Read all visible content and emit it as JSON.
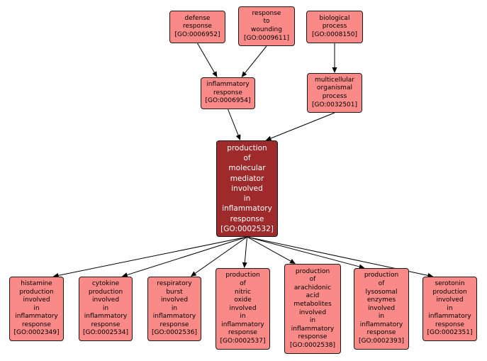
{
  "colors": {
    "node_fill": "#fa8a88",
    "focus_fill": "#9e2a2b",
    "border": "#1a1a1a",
    "edge": "#000000"
  },
  "nodes": {
    "defense_response": {
      "lines": [
        "defense",
        "response",
        "[GO:0006952]"
      ]
    },
    "response_to_wounding": {
      "lines": [
        "response",
        "to",
        "wounding",
        "[GO:0009611]"
      ]
    },
    "biological_process": {
      "lines": [
        "biological",
        "process",
        "[GO:0008150]"
      ]
    },
    "inflammatory_response": {
      "lines": [
        "inflammatory",
        "response",
        "[GO:0006954]"
      ]
    },
    "multicellular_organismal_process": {
      "lines": [
        "multicellular",
        "organismal",
        "process",
        "[GO:0032501]"
      ]
    },
    "production_molecular_mediator": {
      "lines": [
        "production",
        "of",
        "molecular",
        "mediator",
        "involved",
        "in",
        "inflammatory",
        "response",
        "[GO:0002532]"
      ]
    },
    "histamine_production": {
      "lines": [
        "histamine",
        "production",
        "involved",
        "in",
        "inflammatory",
        "response",
        "[GO:0002349]"
      ]
    },
    "cytokine_production": {
      "lines": [
        "cytokine",
        "production",
        "involved",
        "in",
        "inflammatory",
        "response",
        "[GO:0002534]"
      ]
    },
    "respiratory_burst": {
      "lines": [
        "respiratory",
        "burst",
        "involved",
        "in",
        "inflammatory",
        "response",
        "[GO:0002536]"
      ]
    },
    "nitric_oxide_production": {
      "lines": [
        "production",
        "of",
        "nitric",
        "oxide",
        "involved",
        "in",
        "inflammatory",
        "response",
        "[GO:0002537]"
      ]
    },
    "arachidonic_acid_production": {
      "lines": [
        "production",
        "of",
        "arachidonic",
        "acid",
        "metabolites",
        "involved",
        "in",
        "inflammatory",
        "response",
        "[GO:0002538]"
      ]
    },
    "lysosomal_enzymes_production": {
      "lines": [
        "production",
        "of",
        "lysosomal",
        "enzymes",
        "involved",
        "in",
        "inflammatory",
        "response",
        "[GO:0002393]"
      ]
    },
    "serotonin_production": {
      "lines": [
        "serotonin",
        "production",
        "involved",
        "in",
        "inflammatory",
        "response",
        "[GO:0002351]"
      ]
    }
  },
  "edges": [
    [
      "defense_response",
      "inflammatory_response"
    ],
    [
      "response_to_wounding",
      "inflammatory_response"
    ],
    [
      "biological_process",
      "multicellular_organismal_process"
    ],
    [
      "inflammatory_response",
      "production_molecular_mediator"
    ],
    [
      "multicellular_organismal_process",
      "production_molecular_mediator"
    ],
    [
      "production_molecular_mediator",
      "histamine_production"
    ],
    [
      "production_molecular_mediator",
      "cytokine_production"
    ],
    [
      "production_molecular_mediator",
      "respiratory_burst"
    ],
    [
      "production_molecular_mediator",
      "nitric_oxide_production"
    ],
    [
      "production_molecular_mediator",
      "arachidonic_acid_production"
    ],
    [
      "production_molecular_mediator",
      "lysosomal_enzymes_production"
    ],
    [
      "production_molecular_mediator",
      "serotonin_production"
    ]
  ]
}
